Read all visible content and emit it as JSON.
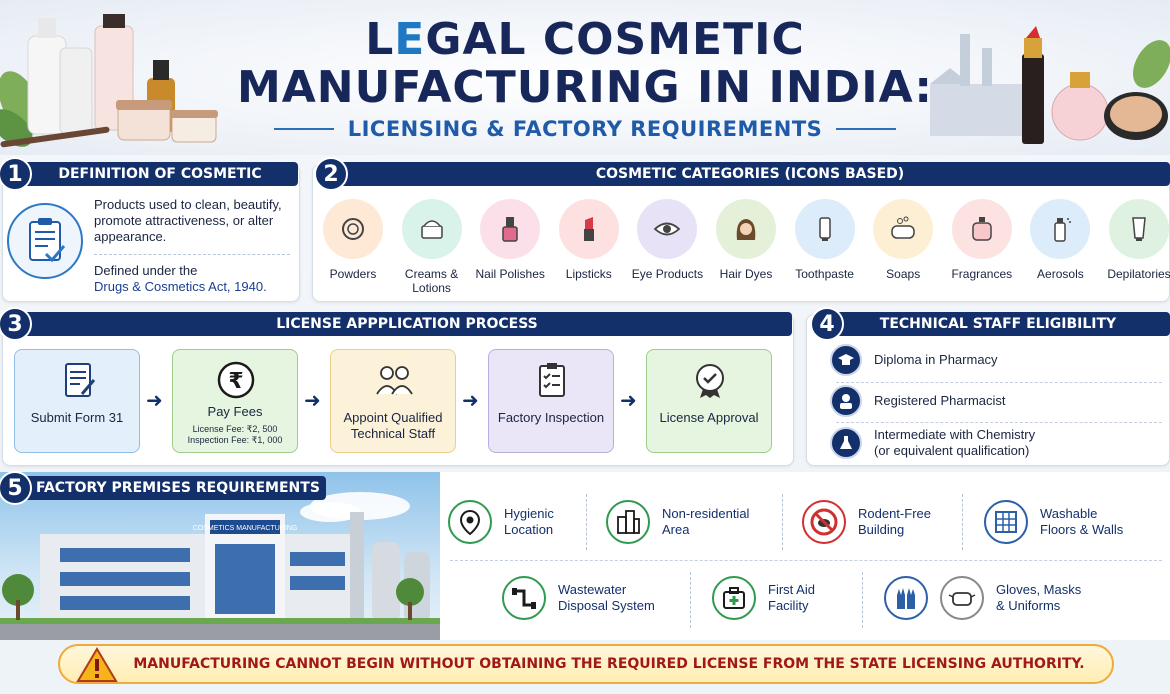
{
  "header": {
    "title_line1_prefix": "L",
    "title_line1_accent": "E",
    "title_line1_rest": "GAL COSMETIC",
    "title_line2": "MANUFACTURING IN INDIA:",
    "subtitle": "LICENSING & FACTORY REQUIREMENTS"
  },
  "section1": {
    "number": "1",
    "title": "DEFINITION OF COSMETIC",
    "description": "Products used to clean, beautify, promote attractiveness, or alter appearance.",
    "defined_under": "Defined under the",
    "act": "Drugs & Cosmetics Act, 1940."
  },
  "section2": {
    "number": "2",
    "title": "COSMETIC CATEGORIES (ICONS BASED)",
    "categories": [
      {
        "label": "Powders",
        "icon": "compact-powder-icon",
        "color": "#fde9d6"
      },
      {
        "label": "Creams & Lotions",
        "icon": "cream-jar-icon",
        "color": "#d9f2ea"
      },
      {
        "label": "Nail Polishes",
        "icon": "nail-polish-icon",
        "color": "#fbe0ea"
      },
      {
        "label": "Lipsticks",
        "icon": "lipstick-icon",
        "color": "#fde1e1"
      },
      {
        "label": "Eye Products",
        "icon": "eye-icon",
        "color": "#e7e2f6"
      },
      {
        "label": "Hair Dyes",
        "icon": "woman-hair-icon",
        "color": "#e5f0d9"
      },
      {
        "label": "Toothpaste",
        "icon": "toothpaste-icon",
        "color": "#dcecfa"
      },
      {
        "label": "Soaps",
        "icon": "soap-icon",
        "color": "#fdefd3"
      },
      {
        "label": "Fragrances",
        "icon": "perfume-bottle-icon",
        "color": "#fde2e2"
      },
      {
        "label": "Aerosols",
        "icon": "spray-can-icon",
        "color": "#dcecfa"
      },
      {
        "label": "Depilatories",
        "icon": "tube-icon",
        "color": "#dff2e2"
      }
    ]
  },
  "section3": {
    "number": "3",
    "title": "LICENSE APPPLICATION PROCESS",
    "steps": [
      {
        "label": "Submit Form 31",
        "icon": "form-document-icon",
        "bg": "#e3f0fb",
        "border": "#8fbfe6"
      },
      {
        "label": "Pay Fees",
        "icon": "rupee-icon",
        "bg": "#e6f5df",
        "border": "#9ccd8a",
        "fee1": "License Fee: ₹2, 500",
        "fee2": "Inspection Fee: ₹1, 000"
      },
      {
        "label": "Appoint Qualified Technical Staff",
        "icon": "staff-people-icon",
        "bg": "#fcf2d9",
        "border": "#e9cf8a"
      },
      {
        "label": "Factory Inspection",
        "icon": "checklist-icon",
        "bg": "#ebe6f7",
        "border": "#b9ade0"
      },
      {
        "label": "License Approval",
        "icon": "approval-badge-icon",
        "bg": "#e6f5df",
        "border": "#9ccd8a"
      }
    ]
  },
  "section4": {
    "number": "4",
    "title": "TECHNICAL STAFF ELIGIBILITY",
    "items": [
      {
        "text": "Diploma in Pharmacy",
        "icon": "graduation-cap-icon"
      },
      {
        "text": "Registered Pharmacist",
        "icon": "pharmacist-icon"
      },
      {
        "text": "Intermediate with Chemistry",
        "sub": "(or equivalent qualification)",
        "icon": "flask-icon"
      }
    ]
  },
  "section5": {
    "number": "5",
    "title": "FACTORY PREMISES REQUIREMENTS",
    "building_sign": "COSMETICS MANUFACTURING",
    "requirements_row1": [
      {
        "line1": "Hygienic",
        "line2": "Location",
        "icon": "location-pin-icon"
      },
      {
        "line1": "Non-residential",
        "line2": "Area",
        "icon": "buildings-icon"
      },
      {
        "line1": "Rodent-Free",
        "line2": "Building",
        "icon": "no-rodent-icon"
      },
      {
        "line1": "Washable",
        "line2": "Floors & Walls",
        "icon": "tiles-icon"
      }
    ],
    "requirements_row2": [
      {
        "line1": "Wastewater",
        "line2": "Disposal System",
        "icon": "pipes-icon"
      },
      {
        "line1": "First Aid",
        "line2": "Facility",
        "icon": "first-aid-icon"
      },
      {
        "line1": "Gloves, Masks",
        "line2": "& Uniforms",
        "icon": "gloves-icon"
      }
    ]
  },
  "warning": {
    "text": "MANUFACTURING CANNOT BEGIN WITHOUT OBTAINING THE REQUIRED LICENSE FROM THE STATE LICENSING AUTHORITY.",
    "icon": "warning-triangle-icon"
  }
}
